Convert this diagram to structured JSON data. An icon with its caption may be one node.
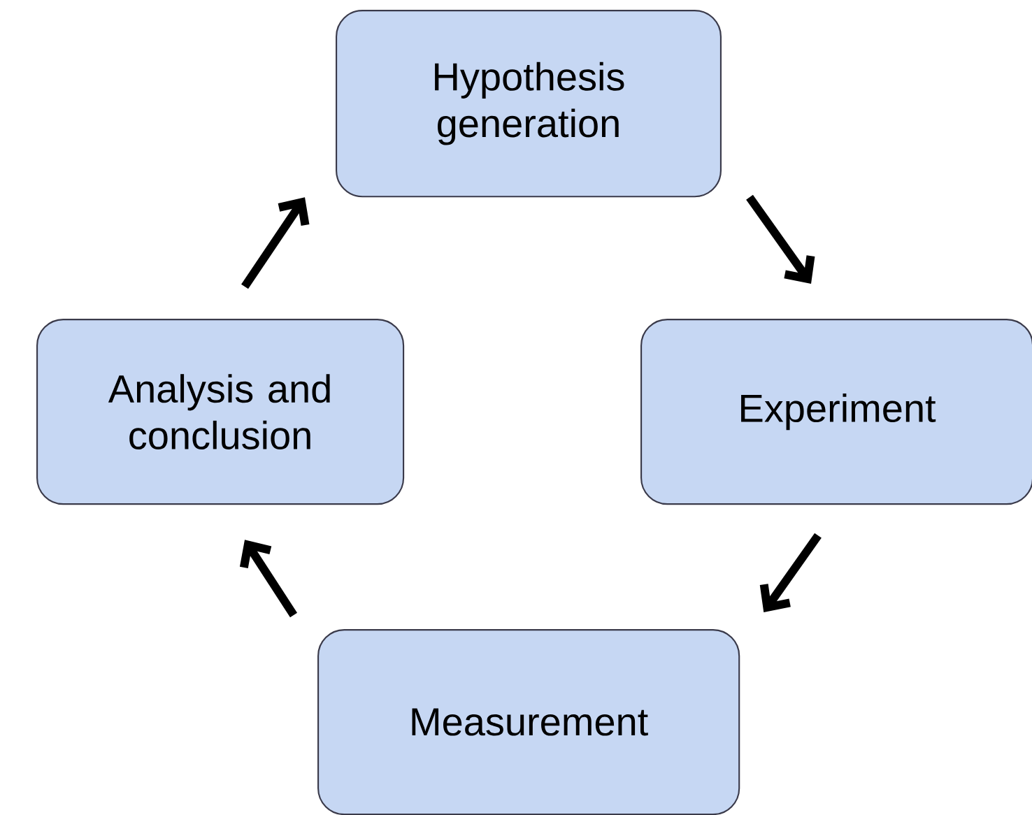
{
  "diagram": {
    "nodes": [
      {
        "text": [
          "Hypothesis generation"
        ]
      },
      {
        "text": [
          "Experiment"
        ]
      },
      {
        "text": [
          "Measurement"
        ]
      },
      {
        "text": [
          "Analysis and conclusion"
        ]
      }
    ],
    "edges": [
      {
        "from": 0,
        "to": 1,
        "arrow": "to"
      },
      {
        "from": 1,
        "to": 2,
        "arrow": "to"
      },
      {
        "from": 2,
        "to": 3,
        "arrow": "to"
      },
      {
        "from": 3,
        "to": 0,
        "arrow": "to"
      }
    ]
  }
}
